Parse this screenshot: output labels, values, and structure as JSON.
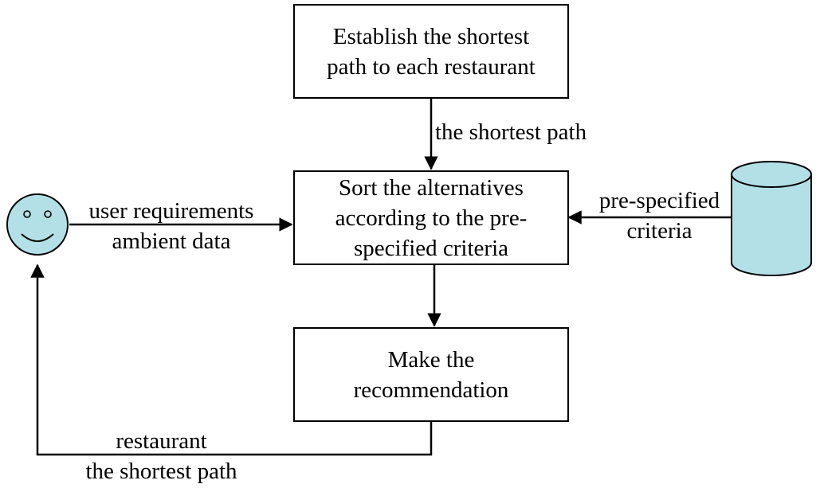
{
  "boxes": {
    "establish": {
      "lines": [
        "Establish the shortest",
        "path to each restaurant"
      ]
    },
    "sort": {
      "lines": [
        "Sort the alternatives",
        "according to the pre-",
        "specified criteria"
      ]
    },
    "recommend": {
      "lines": [
        "Make the",
        "recommendation"
      ]
    }
  },
  "edge_labels": {
    "establish_to_sort": "the shortest path",
    "user_to_sort": [
      "user requirements",
      "ambient data"
    ],
    "database_to_sort": [
      "pre-specified",
      "criteria"
    ],
    "recommend_to_user": [
      "restaurant",
      "the shortest path"
    ]
  },
  "icons": {
    "user": "smiley-face-icon",
    "database": "database-cylinder-icon"
  },
  "colors": {
    "icon_fill": "#b3e0e6",
    "stroke": "#000000"
  }
}
